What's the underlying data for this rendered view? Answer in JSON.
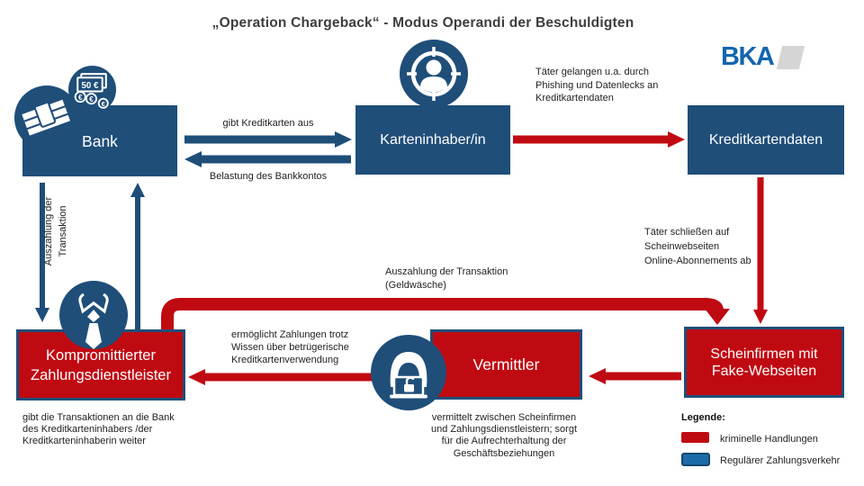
{
  "title": "„Operation Chargeback“ - Modus Operandi der Beschuldigten",
  "logo": {
    "text": "BKA"
  },
  "nodes": {
    "bank": {
      "label": "Bank"
    },
    "cardholder": {
      "label": "Karteninhaber/in"
    },
    "card_data": {
      "label": "Kreditkartendaten"
    },
    "shell_companies": {
      "line1": "Scheinfirmen mit",
      "line2": "Fake-Webseiten"
    },
    "intermediary": {
      "label": "Vermittler"
    },
    "payment_provider": {
      "line1": "Kompromittierter",
      "line2": "Zahlungsdienstleister"
    }
  },
  "edges": {
    "issues_cards": "gibt Kreditkarten aus",
    "account_debit": "Belastung des Bankkontos",
    "phishing": {
      "line1": "Täter gelangen u.a. durch",
      "line2": "Phishing und Datenlecks an",
      "line3": "Kreditkartendaten"
    },
    "subscriptions": {
      "line1": "Täter schließen auf",
      "line2": "Scheinwebseiten",
      "line3": "Online-Abonnements ab"
    },
    "payout_laundering": {
      "line1": "Auszahlung der Transaktion",
      "line2": "(Geldwäsche)"
    },
    "enables_payments": {
      "line1": "ermöglicht Zahlungen trotz",
      "line2": "Wissen über betrügerische",
      "line3": "Kreditkartenverwendung"
    },
    "payout_vertical": {
      "line1": "Auszahlung der",
      "line2": "Transaktion"
    }
  },
  "notes": {
    "payment_provider": {
      "line1": "gibt die Transaktionen an die Bank",
      "line2": "des Kreditkarteninhabers /der",
      "line3": "Kreditkarteninhaberin weiter"
    },
    "intermediary": {
      "line1": "vermittelt zwischen Scheinfirmen",
      "line2": "und Zahlungsdienstleistern; sorgt",
      "line3": "für die Aufrechterhaltung der",
      "line4": "Geschäftsbeziehungen"
    }
  },
  "legend": {
    "title": "Legende:",
    "items": [
      {
        "label": "kriminelle Handlungen",
        "color": "#C00A12"
      },
      {
        "label": "Regulärer Zahlungsverkehr",
        "color": "#1B6CA8"
      }
    ]
  },
  "icon_labels": {
    "banknote": "50 €",
    "euro": "€"
  },
  "colors": {
    "flow_blue": "#1F4E79",
    "crime_red": "#C00A12",
    "bka_blue": "#1265AE",
    "bka_gray": "#D5D5D5"
  }
}
